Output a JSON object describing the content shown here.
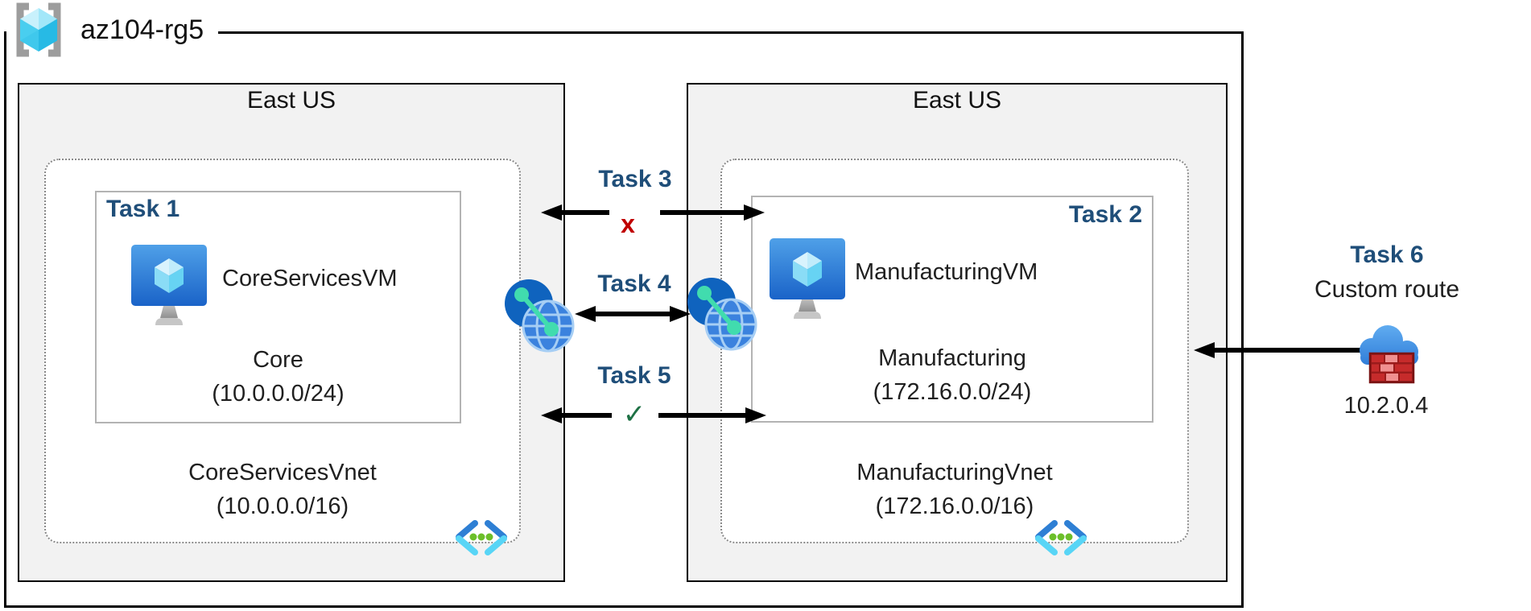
{
  "resource_group": {
    "name": "az104-rg5"
  },
  "regions": [
    {
      "title": "East US",
      "task_label": "Task 1",
      "vm_name": "CoreServicesVM",
      "subnet_name": "Core",
      "subnet_cidr": "(10.0.0.0/24)",
      "vnet_name": "CoreServicesVnet",
      "vnet_cidr": "(10.0.0.0/16)"
    },
    {
      "title": "East US",
      "task_label": "Task 2",
      "vm_name": "ManufacturingVM",
      "subnet_name": "Manufacturing",
      "subnet_cidr": "(172.16.0.0/24)",
      "vnet_name": "ManufacturingVnet",
      "vnet_cidr": "(172.16.0.0/16)"
    }
  ],
  "connections": [
    {
      "label": "Task 3",
      "marker": "x"
    },
    {
      "label": "Task 4",
      "marker": ""
    },
    {
      "label": "Task 5",
      "marker": "✓"
    }
  ],
  "custom_route": {
    "task_label": "Task 6",
    "description": "Custom route",
    "ip": "10.2.0.4"
  },
  "icons": {
    "resource-group-icon": "gray brackets enclosing cyan cube",
    "vm-icon": "blue monitor with light cube on gray stand",
    "peering-icon": "dark blue circle + globe linked by green dots",
    "vnet-icon": "blue/cyan chevrons with three green dots",
    "custom-route-icon": "blue cloud with red firewall bricks"
  },
  "colors": {
    "task_label": "#1F4E79",
    "blocked_marker": "#C00000",
    "allowed_marker": "#1E7145",
    "region_fill": "#F2F2F2",
    "arrow": "#000000",
    "vm_blue": "#2E7CD6",
    "peering_blue": "#0F63BE",
    "vnet_chevron_blue": "#2E7FD4",
    "vnet_chevron_cyan": "#58D5F6",
    "vnet_dots_green": "#6CBF2A",
    "cloud_blue": "#3E8EE0",
    "firewall_red": "#C62B2B",
    "rg_cube_cyan": "#49CEEF",
    "rg_bracket_gray": "#9D9D9D"
  }
}
